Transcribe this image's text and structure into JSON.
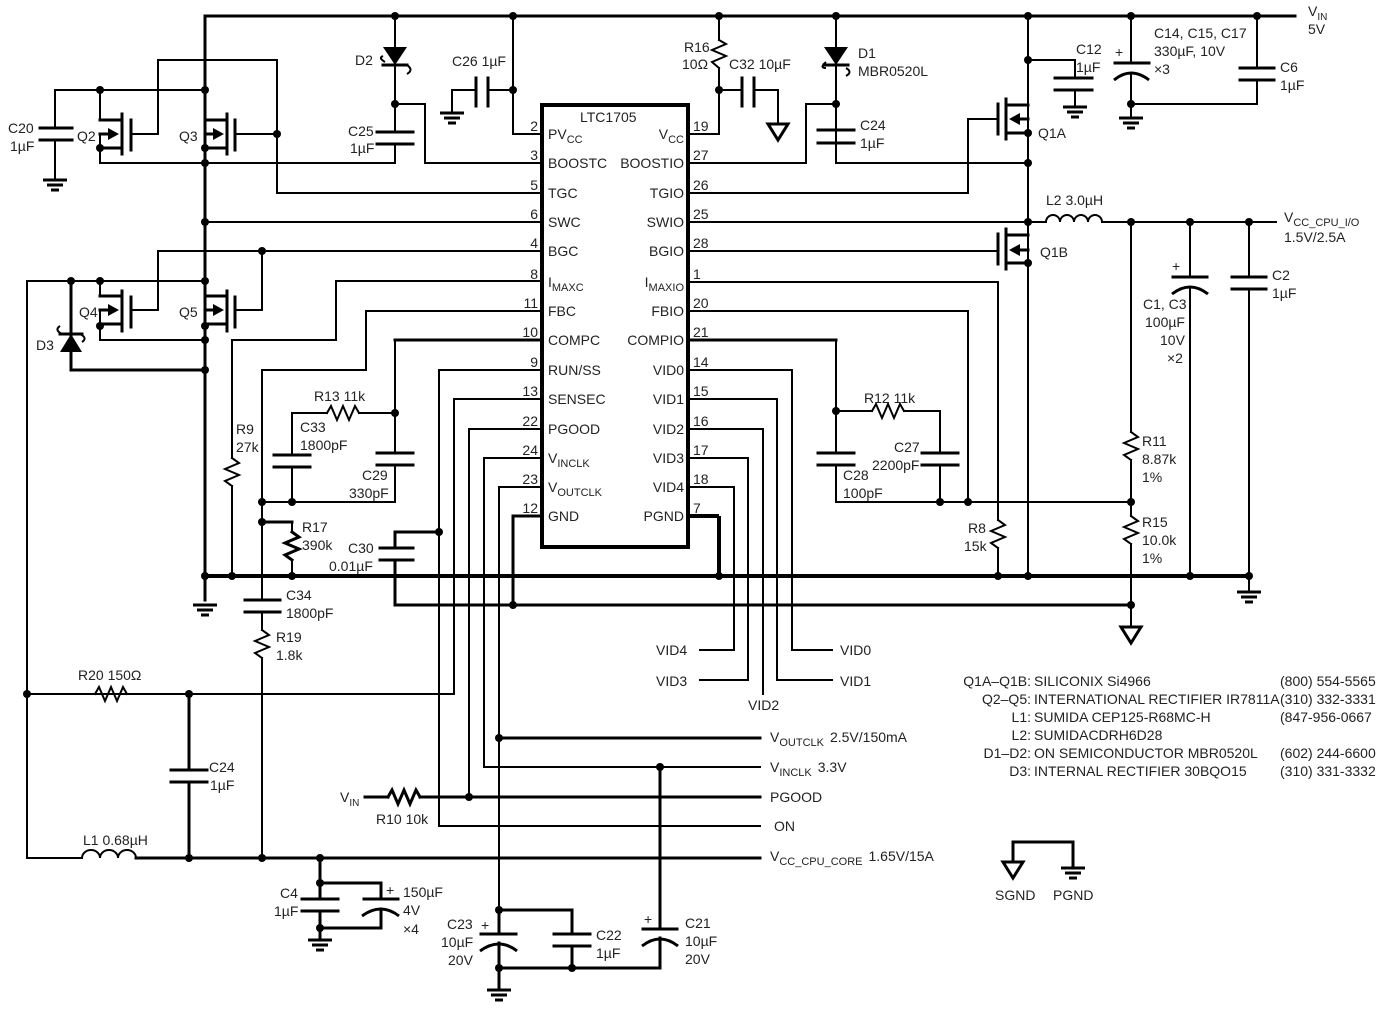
{
  "ic": {
    "name": "LTC1705",
    "left_pins": [
      {
        "num": "2",
        "name": "PV",
        "sub": "CC"
      },
      {
        "num": "3",
        "name": "BOOSTC",
        "sub": ""
      },
      {
        "num": "5",
        "name": "TGC",
        "sub": ""
      },
      {
        "num": "6",
        "name": "SWC",
        "sub": ""
      },
      {
        "num": "4",
        "name": "BGC",
        "sub": ""
      },
      {
        "num": "8",
        "name": "I",
        "sub": "MAXC"
      },
      {
        "num": "11",
        "name": "FBC",
        "sub": ""
      },
      {
        "num": "10",
        "name": "COMPC",
        "sub": ""
      },
      {
        "num": "9",
        "name": "RUN/SS",
        "sub": ""
      },
      {
        "num": "13",
        "name": "SENSEC",
        "sub": ""
      },
      {
        "num": "22",
        "name": "PGOOD",
        "sub": ""
      },
      {
        "num": "24",
        "name": "V",
        "sub": "INCLK"
      },
      {
        "num": "23",
        "name": "V",
        "sub": "OUTCLK"
      },
      {
        "num": "12",
        "name": "GND",
        "sub": ""
      }
    ],
    "right_pins": [
      {
        "num": "19",
        "name": "V",
        "sub": "CC"
      },
      {
        "num": "27",
        "name": "BOOSTIO",
        "sub": ""
      },
      {
        "num": "26",
        "name": "TGIO",
        "sub": ""
      },
      {
        "num": "25",
        "name": "SWIO",
        "sub": ""
      },
      {
        "num": "28",
        "name": "BGIO",
        "sub": ""
      },
      {
        "num": "1",
        "name": "I",
        "sub": "MAXIO"
      },
      {
        "num": "20",
        "name": "FBIO",
        "sub": ""
      },
      {
        "num": "21",
        "name": "COMPIO",
        "sub": ""
      },
      {
        "num": "14",
        "name": "VID0",
        "sub": ""
      },
      {
        "num": "15",
        "name": "VID1",
        "sub": ""
      },
      {
        "num": "16",
        "name": "VID2",
        "sub": ""
      },
      {
        "num": "17",
        "name": "VID3",
        "sub": ""
      },
      {
        "num": "18",
        "name": "VID4",
        "sub": ""
      },
      {
        "num": "7",
        "name": "PGND",
        "sub": ""
      }
    ]
  },
  "labels": {
    "vin_main": "V",
    "vin_main_sub": "IN",
    "vin_main_val": "5V",
    "c20": "C20",
    "c20_val": "1µF",
    "q2": "Q2",
    "q3": "Q3",
    "q4": "Q4",
    "q5": "Q5",
    "d2": "D2",
    "d3": "D3",
    "c25": "C25",
    "c25_val": "1µF",
    "c26": "C26  1µF",
    "r16": "R16",
    "r16_val": "10Ω",
    "c32": "C32  10µF",
    "d1": "D1",
    "d1_val": "MBR0520L",
    "c24a": "C24",
    "c24a_val": "1µF",
    "c12": "C12",
    "c12_val": "1µF",
    "c14": "C14, C15, C17",
    "c14_val": "330µF, 10V",
    "c14_mult": "×3",
    "c6": "C6",
    "c6_val": "1µF",
    "q1a": "Q1A",
    "q1b": "Q1B",
    "l2": "L2  3.0µH",
    "vio": "V",
    "vio_sub": "CC_CPU_I/O",
    "vio_val": "1.5V/2.5A",
    "c1": "C1, C3",
    "c1_val": "100µF",
    "c1_v": "10V",
    "c1_mult": "×2",
    "c2": "C2",
    "c2_val": "1µF",
    "r11": "R11",
    "r11_val": "8.87k",
    "r11_tol": "1%",
    "r15": "R15",
    "r15_val": "10.0k",
    "r15_tol": "1%",
    "r12": "R12  11k",
    "c27": "C27",
    "c27_val": "2200pF",
    "c28": "C28",
    "c28_val": "100pF",
    "r8": "R8",
    "r8_val": "15k",
    "r13": "R13  11k",
    "c33": "C33",
    "c33_val": "1800pF",
    "c29": "C29",
    "c29_val": "330pF",
    "r9": "R9",
    "r9_val": "27k",
    "r17": "R17",
    "r17_val": "390k",
    "c30": "C30",
    "c30_val": "0.01µF",
    "c34": "C34",
    "c34_val": "1800pF",
    "r19": "R19",
    "r19_val": "1.8k",
    "r20": "R20  150Ω",
    "c24b": "C24",
    "c24b_val": "1µF",
    "l1": "L1  0.68µH",
    "c4": "C4",
    "c4_val": "1µF",
    "c150": "150µF",
    "c150_v": "4V",
    "c150_mult": "×4",
    "c23": "C23",
    "c23_val": "10µF",
    "c23_v": "20V",
    "c22": "C22",
    "c22_val": "1µF",
    "c21": "C21",
    "c21_val": "10µF",
    "c21_v": "20V",
    "vin_r10": "V",
    "vin_r10_sub": "IN",
    "r10": "R10 10k",
    "vid4": "VID4",
    "vid3": "VID3",
    "vid2": "VID2",
    "vid1": "VID1",
    "vid0": "VID0",
    "voutclk": "V",
    "voutclk_sub": "OUTCLK",
    "voutclk_val": "2.5V/150mA",
    "vinclk": "V",
    "vinclk_sub": "INCLK",
    "vinclk_val": "3.3V",
    "pgood": "PGOOD",
    "on": "ON",
    "vcore": "V",
    "vcore_sub": "CC_CPU_CORE",
    "vcore_val": "1.65V/15A",
    "sgnd": "SGND",
    "pgnd": "PGND",
    "plus": "+"
  },
  "bom": [
    {
      "ref": "Q1A–Q1B:",
      "part": "SILICONIX Si4966",
      "phone": "(800) 554-5565"
    },
    {
      "ref": "Q2–Q5:",
      "part": "INTERNATIONAL RECTIFIER IR7811A",
      "phone": "(310) 332-3331"
    },
    {
      "ref": "L1:",
      "part": "SUMIDA CEP125-R68MC-H",
      "phone": "(847-956-0667"
    },
    {
      "ref": "L2:",
      "part": "SUMIDACDRH6D28",
      "phone": ""
    },
    {
      "ref": "D1–D2:",
      "part": "ON SEMICONDUCTOR MBR0520L",
      "phone": "(602) 244-6600"
    },
    {
      "ref": "D3:",
      "part": "INTERNAL RECTIFIER 30BQO15",
      "phone": "(310) 331-3332"
    }
  ]
}
